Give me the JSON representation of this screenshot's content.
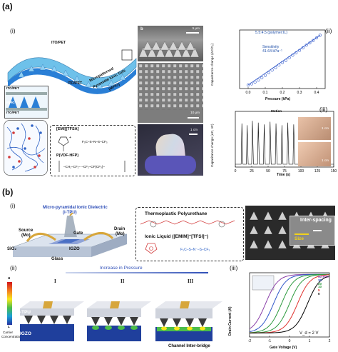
{
  "figure": {
    "panel_a": {
      "letter": "(a)",
      "i": {
        "label": "(i)",
        "top_film": "ITO/PET",
        "bottom_film": "ITO/PET",
        "mpig_label_1": "Micropatterned",
        "mpig_label_2": "Pyramidal Ionic Gels",
        "mpig_label_3": "(MPIG)",
        "stack_top": "ITO/PET",
        "stack_mid": "MPIG",
        "stack_bottom": "ITO/PET",
        "chem_ionic_liquid": "[EMI][TFSA]",
        "chem_polymer": "P(VDF-HFP)",
        "sem_b_label": "b",
        "sem_scale_1": "5 μm",
        "sem_scale_2": "10 μm",
        "photo_scale": "1 cm"
      },
      "ii": {
        "label": "(ii)",
        "legend": "5.5:4.5 (polymer:IL)",
        "annotation_1": "Sensitivity",
        "annotation_2": "41.64 kPa⁻¹",
        "xlabel": "Pressure (kPa)",
        "ylabel": "Capacitance change (ΔC/C₀)"
      },
      "iii": {
        "label": "(iii)",
        "annotation": "Motion",
        "xlabel": "Time (s)",
        "ylabel": "Capacitance change (ΔC, nF)",
        "scale_1": "1 cm",
        "scale_2": "1 cm"
      }
    },
    "panel_b": {
      "letter": "(b)",
      "i": {
        "label": "(i)",
        "title_1": "Micro-pyramidal Ionic Dielectric",
        "title_2": "(i-TPU)",
        "gate": "Gate",
        "source_1": "Source",
        "source_2": "(Mo)",
        "drain_1": "Drain",
        "drain_2": "(Mo)",
        "sio2": "SiO₂",
        "igzo": "IGZO",
        "glass": "Glass",
        "tpu": "Thermoplastic Polyurethane",
        "il": "Ionic Liquid ([EMIM]⁺[TFSI]⁻)",
        "inter_spacing": "Inter-spacing",
        "size": "Size"
      },
      "ii": {
        "label": "(ii)",
        "arrow_text": "Increase in Pressure",
        "stage_1": "I",
        "stage_2": "II",
        "stage_3": "III",
        "itpu": "i-TPU",
        "igzo": "IGZO",
        "bridge": "Channel Inter-bridge",
        "cbar_high": "H",
        "cbar_low": "L",
        "cbar_title_1": "Carrier",
        "cbar_title_2": "Concentration"
      },
      "iii": {
        "label": "(iii)",
        "xlabel": "Gate Voltage (V)",
        "ylabel": "Drain Current (A)",
        "vd": "V_d = 2 V",
        "legend": [
          "50 kPa",
          "30",
          "20",
          "10",
          "5",
          "0"
        ]
      }
    },
    "colors": {
      "pet_blue": "#6ec1ea",
      "pyramid_blue": "#2a7fd6",
      "igzo_blue": "#1f3f9c",
      "gate_gold": "#d7a63b",
      "chem_red": "#d23a3a",
      "chem_blue": "#2f63c6",
      "curve_black": "#000000",
      "curve_red": "#e0322e",
      "curve_green": "#2c9a3e",
      "curve_blue": "#2e56c9",
      "curve_purple": "#8a3fa8"
    }
  },
  "chart_data": [
    {
      "type": "scatter",
      "title": "",
      "xlabel": "Pressure (kPa)",
      "ylabel": "Capacitance change (ΔC/C₀)",
      "xlim": [
        -0.05,
        0.45
      ],
      "ylim": [
        -1,
        19
      ],
      "x_ticks": [
        "0.0",
        "0.1",
        "0.2",
        "0.3",
        "0.4"
      ],
      "series": [
        {
          "name": "5.5:4.5 (polymer:IL)",
          "x": [
            0.0,
            0.02,
            0.04,
            0.06,
            0.08,
            0.1,
            0.12,
            0.14,
            0.16,
            0.18,
            0.2,
            0.22,
            0.24,
            0.26,
            0.28,
            0.3,
            0.32,
            0.34,
            0.36,
            0.38,
            0.4,
            0.42
          ],
          "y": [
            0.2,
            0.6,
            1.2,
            1.9,
            2.7,
            3.5,
            4.4,
            5.3,
            6.1,
            7.0,
            7.9,
            8.6,
            9.5,
            10.4,
            11.2,
            12.0,
            12.9,
            13.8,
            14.6,
            15.4,
            16.3,
            17.2
          ]
        }
      ]
    },
    {
      "type": "line",
      "title": "",
      "xlabel": "Time (s)",
      "ylabel": "Capacitance change (ΔC, nF)",
      "xlim": [
        0,
        150
      ],
      "x_ticks": [
        "0",
        "25",
        "50",
        "75",
        "100",
        "125",
        "150"
      ],
      "series": [
        {
          "name": "",
          "peaks_x": [
            10,
            18,
            26,
            35,
            44,
            53,
            62,
            71,
            80,
            89
          ],
          "peaks_y": [
            4.6,
            4.4,
            4.9,
            4.7,
            4.5,
            4.8,
            4.6,
            4.4,
            4.7,
            4.5
          ]
        }
      ]
    },
    {
      "type": "line",
      "title": "",
      "xlabel": "Gate Voltage (V)",
      "ylabel": "Drain Current (A)",
      "xlim": [
        -2,
        2
      ],
      "x_ticks": [
        "-2",
        "-1",
        "0",
        "1",
        "2"
      ],
      "y_scale": "log",
      "ylim_exp": [
        -12,
        -4
      ],
      "series": [
        {
          "name": "50 kPa",
          "color": "#8a3fa8",
          "Von": -1.2
        },
        {
          "name": "30",
          "color": "#2e56c9",
          "Von": -0.8
        },
        {
          "name": "20",
          "color": "#2c9a3e",
          "Von": -0.4
        },
        {
          "name": "10",
          "color": "#2c9a3e",
          "Von": 0.0
        },
        {
          "name": "5",
          "color": "#e0322e",
          "Von": 0.4
        },
        {
          "name": "0",
          "color": "#000000",
          "Von": 0.9
        }
      ]
    }
  ]
}
